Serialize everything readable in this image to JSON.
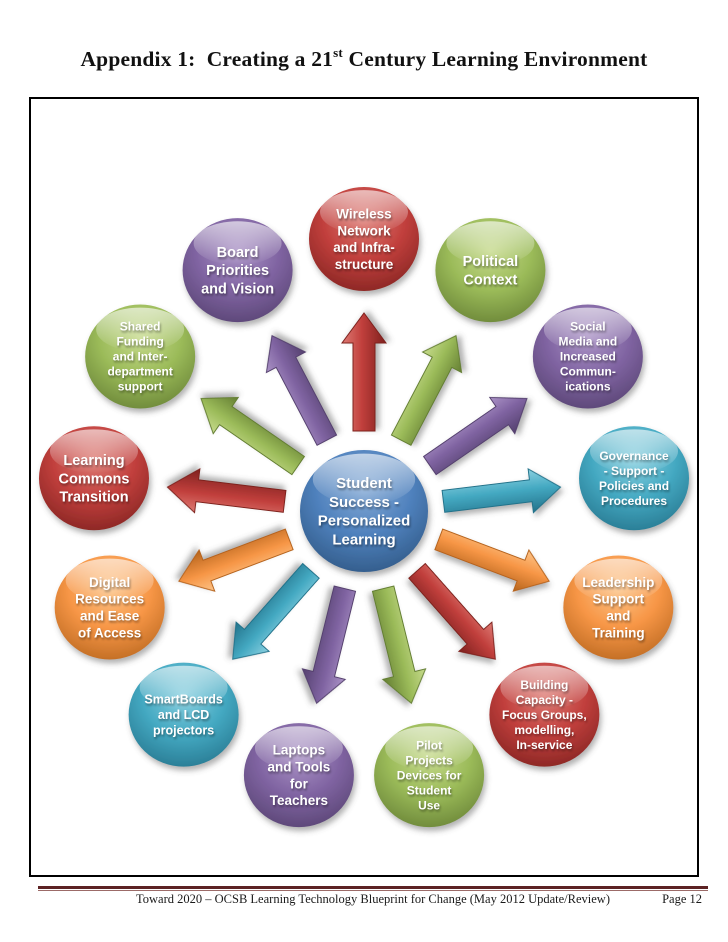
{
  "page": {
    "title": {
      "prefix": "Appendix 1:  Creating a 21",
      "superscript": "st",
      "suffix": " Century Learning Environment"
    },
    "footer": {
      "text": "Toward 2020 – OCSB Learning Technology Blueprint for Change (May 2012 Update/Review)",
      "page_label": "Page 12"
    }
  },
  "diagram": {
    "type": "diverging-radial",
    "description": "Central hub with 13 arrows radiating outward to surrounding factor bubbles",
    "palette": {
      "red": {
        "light": "#dd7b74",
        "base": "#c13f3c",
        "dark": "#7e211f"
      },
      "green": {
        "light": "#c6da8c",
        "base": "#9bbb59",
        "dark": "#647e33"
      },
      "purple": {
        "light": "#ab93c6",
        "base": "#8064a2",
        "dark": "#54406e"
      },
      "teal": {
        "light": "#8ad0e0",
        "base": "#44a9c2",
        "dark": "#23728a"
      },
      "orange": {
        "light": "#fcc488",
        "base": "#f79646",
        "dark": "#b5641c"
      },
      "blue": {
        "light": "#86abd6",
        "base": "#4f81bd",
        "dark": "#2c547f"
      }
    },
    "center": {
      "id": "student-success",
      "label": "Student Success - Personalized Learning",
      "lines": [
        "Student",
        "Success -",
        "Personalized",
        "Learning"
      ],
      "color": "blue"
    },
    "nodes": [
      {
        "id": "wireless-network",
        "label": "Wireless Network and Infra-structure",
        "lines": [
          "Wireless",
          "Network",
          "and Infra-",
          "structure"
        ],
        "color": "red"
      },
      {
        "id": "political-context",
        "label": "Political Context",
        "lines": [
          "Political",
          "Context"
        ],
        "color": "green"
      },
      {
        "id": "social-media",
        "label": "Social Media and Increased Commun-ications",
        "lines": [
          "Social",
          "Media and",
          "Increased",
          "Commun-",
          "ications"
        ],
        "color": "purple"
      },
      {
        "id": "governance",
        "label": "Governance - Support - Policies and Procedures",
        "lines": [
          "Governance",
          "- Support -",
          "Policies and",
          "Procedures"
        ],
        "color": "teal"
      },
      {
        "id": "leadership",
        "label": "Leadership Support and Training",
        "lines": [
          "Leadership",
          "Support",
          "and",
          "Training"
        ],
        "color": "orange"
      },
      {
        "id": "building-capacity",
        "label": "Building Capacity - Focus Groups, modelling, In-service",
        "lines": [
          "Building",
          "Capacity -",
          "Focus Groups,",
          "modelling,",
          "In-service"
        ],
        "color": "red"
      },
      {
        "id": "pilot-projects",
        "label": "Pilot Projects Devices for Student Use",
        "lines": [
          "Pilot",
          "Projects",
          "Devices for",
          "Student",
          "Use"
        ],
        "color": "green"
      },
      {
        "id": "laptops-tools",
        "label": "Laptops and Tools for Teachers",
        "lines": [
          "Laptops",
          "and Tools",
          "for",
          "Teachers"
        ],
        "color": "purple"
      },
      {
        "id": "smartboards",
        "label": "SmartBoards and LCD projectors",
        "lines": [
          "SmartBoards",
          "and LCD",
          "projectors"
        ],
        "color": "teal"
      },
      {
        "id": "digital-resources",
        "label": "Digital Resources and Ease of Access",
        "lines": [
          "Digital",
          "Resources",
          "and Ease",
          "of Access"
        ],
        "color": "orange"
      },
      {
        "id": "learning-commons",
        "label": "Learning Commons Transition",
        "lines": [
          "Learning",
          "Commons",
          "Transition"
        ],
        "color": "red"
      },
      {
        "id": "shared-funding",
        "label": "Shared Funding and Inter-department support",
        "lines": [
          "Shared",
          "Funding",
          "and Inter-",
          "department",
          "support"
        ],
        "color": "green"
      },
      {
        "id": "board-priorities",
        "label": "Board Priorities and Vision",
        "lines": [
          "Board",
          "Priorities",
          "and Vision"
        ],
        "color": "purple"
      }
    ]
  }
}
